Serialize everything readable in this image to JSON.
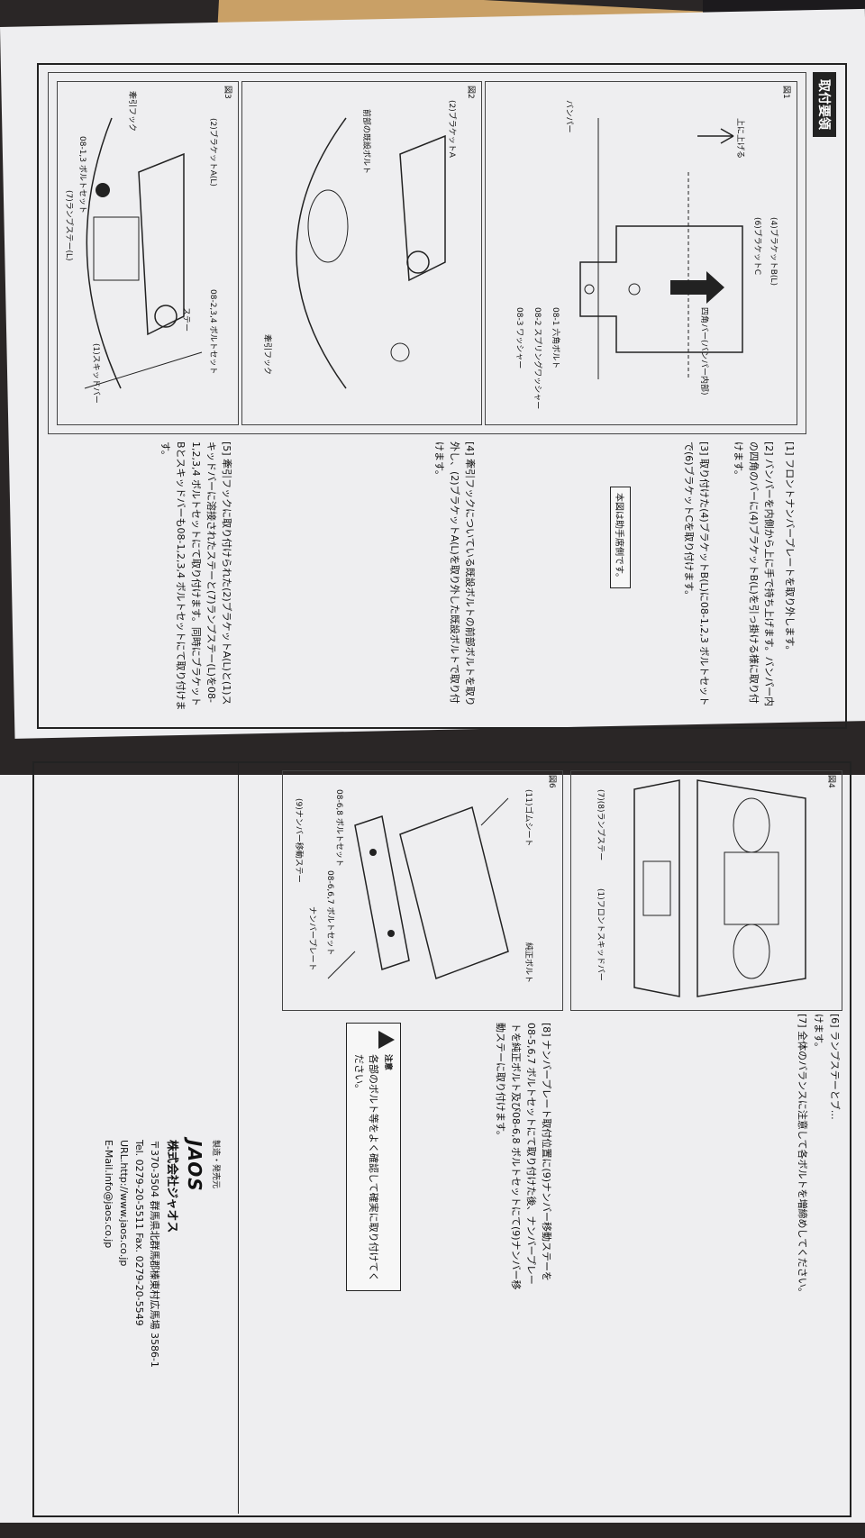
{
  "sheet1": {
    "heading": "取付要領",
    "figures": {
      "fig1": {
        "num": "図1",
        "labels": [
          "(4)ブラケットB(L)",
          "(6)ブラケットC",
          "上に上げる",
          "バンパー",
          "四角バー(バンパー内部)",
          "08-1 六角ボルト",
          "08-2 スプリングワッシャー",
          "08-3 ワッシャー"
        ]
      },
      "fig2": {
        "num": "図2",
        "labels": [
          "(2)ブラケットA",
          "前部の既設ボルト",
          "牽引フック"
        ]
      },
      "fig3": {
        "num": "図3",
        "labels": [
          "(2)ブラケットA(L)",
          "08-2,3,4 ボルトセット",
          "ステー",
          "(1)スキッドバー",
          "(7)ランプステー(L)",
          "08-1,3 ボルトセット",
          "牽引フック"
        ]
      }
    },
    "steps": [
      "[1] フロントナンバープレートを取り外します。",
      "[2] バンパーを内側から上に手で持ち上げます。バンパー内の四角のバーに(4)ブラケットB(L)を引っ掛ける様に取り付けます。",
      "[3] 取り付けた(4)ブラケットB(L)に08-1,2,3 ボルトセットで(6)ブラケットCを取り付けます。",
      "[4] 牽引フックについている既設ボルトの前部ボルトを取り外し、(2)ブラケットA(L)を取り外した既設ボルトで取り付けます。",
      "[5] 牽引フックに取り付けられた(2)ブラケットA(L)と(1)スキッドバーに溶接されたステーと(7)ランプステー(L)を08-1,2,3,4 ボルトセットにて取り付けます。同時にブラケットBとスキッドバーも08-1,2,3,4 ボルトセットにて取り付けます。"
    ],
    "note": "本図は助手席側です。"
  },
  "sheet2": {
    "top_text": [
      "[6] ランプステーとブ…",
      "けます。",
      "[7] 全体のバランスに注意して各ボルトを増締めしてください。"
    ],
    "figures": {
      "fig4": {
        "num": "図4",
        "labels": [
          "(7)(8)ランプステー",
          "(1)フロントスキッドバー"
        ]
      },
      "fig6": {
        "num": "図6",
        "labels": [
          "(11)ゴムシート",
          "08-6,8 ボルトセット",
          "純正ボルト",
          "08-6,6,7 ボルトセット",
          "ナンバープレート",
          "(9)ナンバー移動ステー"
        ]
      }
    },
    "step8": "[8] ナンバープレート取付位置に(9)ナンバー移動ステーを08-5,6,7 ボルトセットにて取り付けた後、ナンバープレートを純正ボルト及び08-6,8 ボルトセットにて(9)ナンバー移動ステーに取り付けます。",
    "warning": {
      "icon_label": "注意",
      "text": "各部のボルト等をよく確認して確実に取り付けてください。"
    },
    "company": {
      "maker_label": "製造・発売元",
      "logo": "JAOS",
      "name": "株式会社ジャオス",
      "address": "〒370-3504 群馬県北群馬郡榛東村広馬場 3586-1",
      "tel": "Tel. 0279-20-5511 Fax. 0279-20-5549",
      "url": "URL.http://www.jaos.co.jp",
      "email": "E-Mail.info@jaos.co.jp"
    }
  }
}
